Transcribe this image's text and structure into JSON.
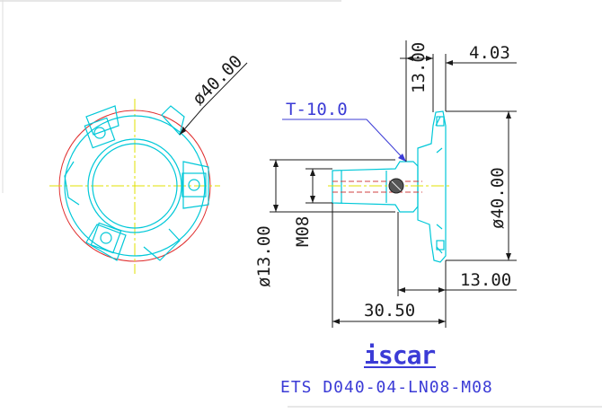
{
  "colors": {
    "part_outline": "#00c8d8",
    "centerline": "#e0e000",
    "circle": "#e03030",
    "dimension": "#1a1a1a",
    "annotation": "#3b3bd6",
    "hidden": "#d04040"
  },
  "front_view": {
    "diameter_label": "ø40.00"
  },
  "side_view": {
    "thread_label": "T-10.0",
    "dim_top_13": "13.00",
    "dim_top_403": "4.03",
    "dim_right_dia": "ø40.00",
    "dim_left_dia": "ø13.00",
    "dim_m08": "M08",
    "dim_bottom_13": "13.00",
    "dim_bottom_3050": "30.50"
  },
  "logo": {
    "text": "iscar"
  },
  "designation": "ETS D040-04-LN08-M08"
}
